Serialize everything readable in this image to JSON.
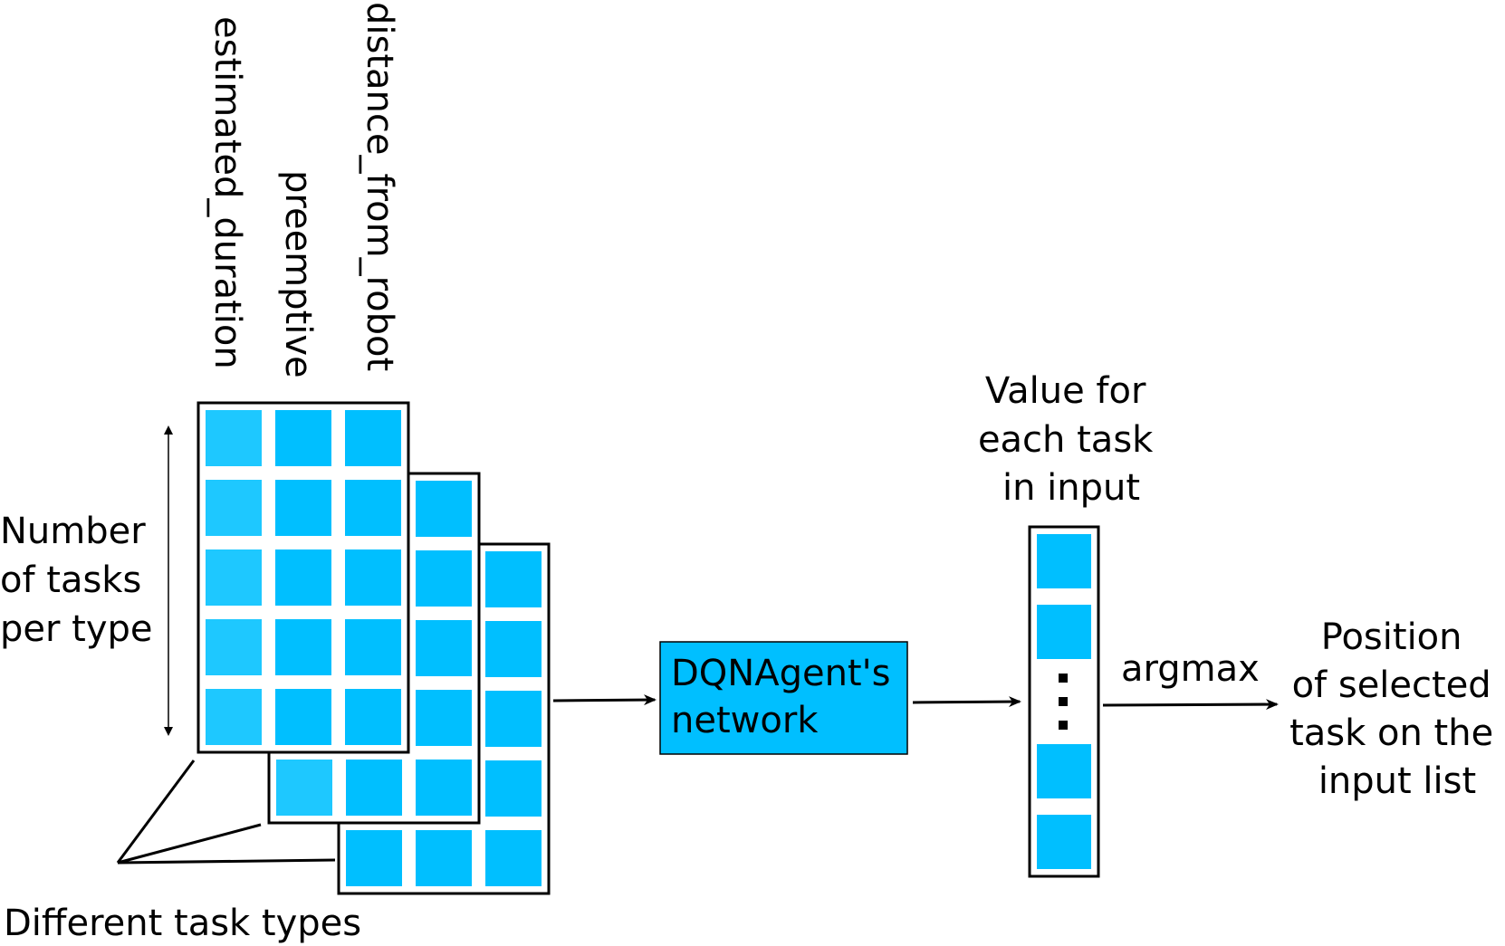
{
  "feature_labels": [
    "estimated_duration",
    "preemptive",
    "distance_from_robot"
  ],
  "axis_label_lines": [
    "Number",
    "of tasks",
    "per type"
  ],
  "types_label": "Different task types",
  "network_label_lines": [
    "DQNAgent's",
    "network"
  ],
  "value_label_lines": [
    "Value for",
    "each task",
    "in input"
  ],
  "ellipsis": "⋮",
  "arrow_label": "argmax",
  "result_label_lines": [
    "Position",
    "of selected",
    "task on the",
    "input list"
  ],
  "colors": {
    "cell_blue": "#00bfff",
    "cell_light_blue": "#1ec8ff",
    "network_fill": "#00bfff",
    "line": "#000000"
  }
}
